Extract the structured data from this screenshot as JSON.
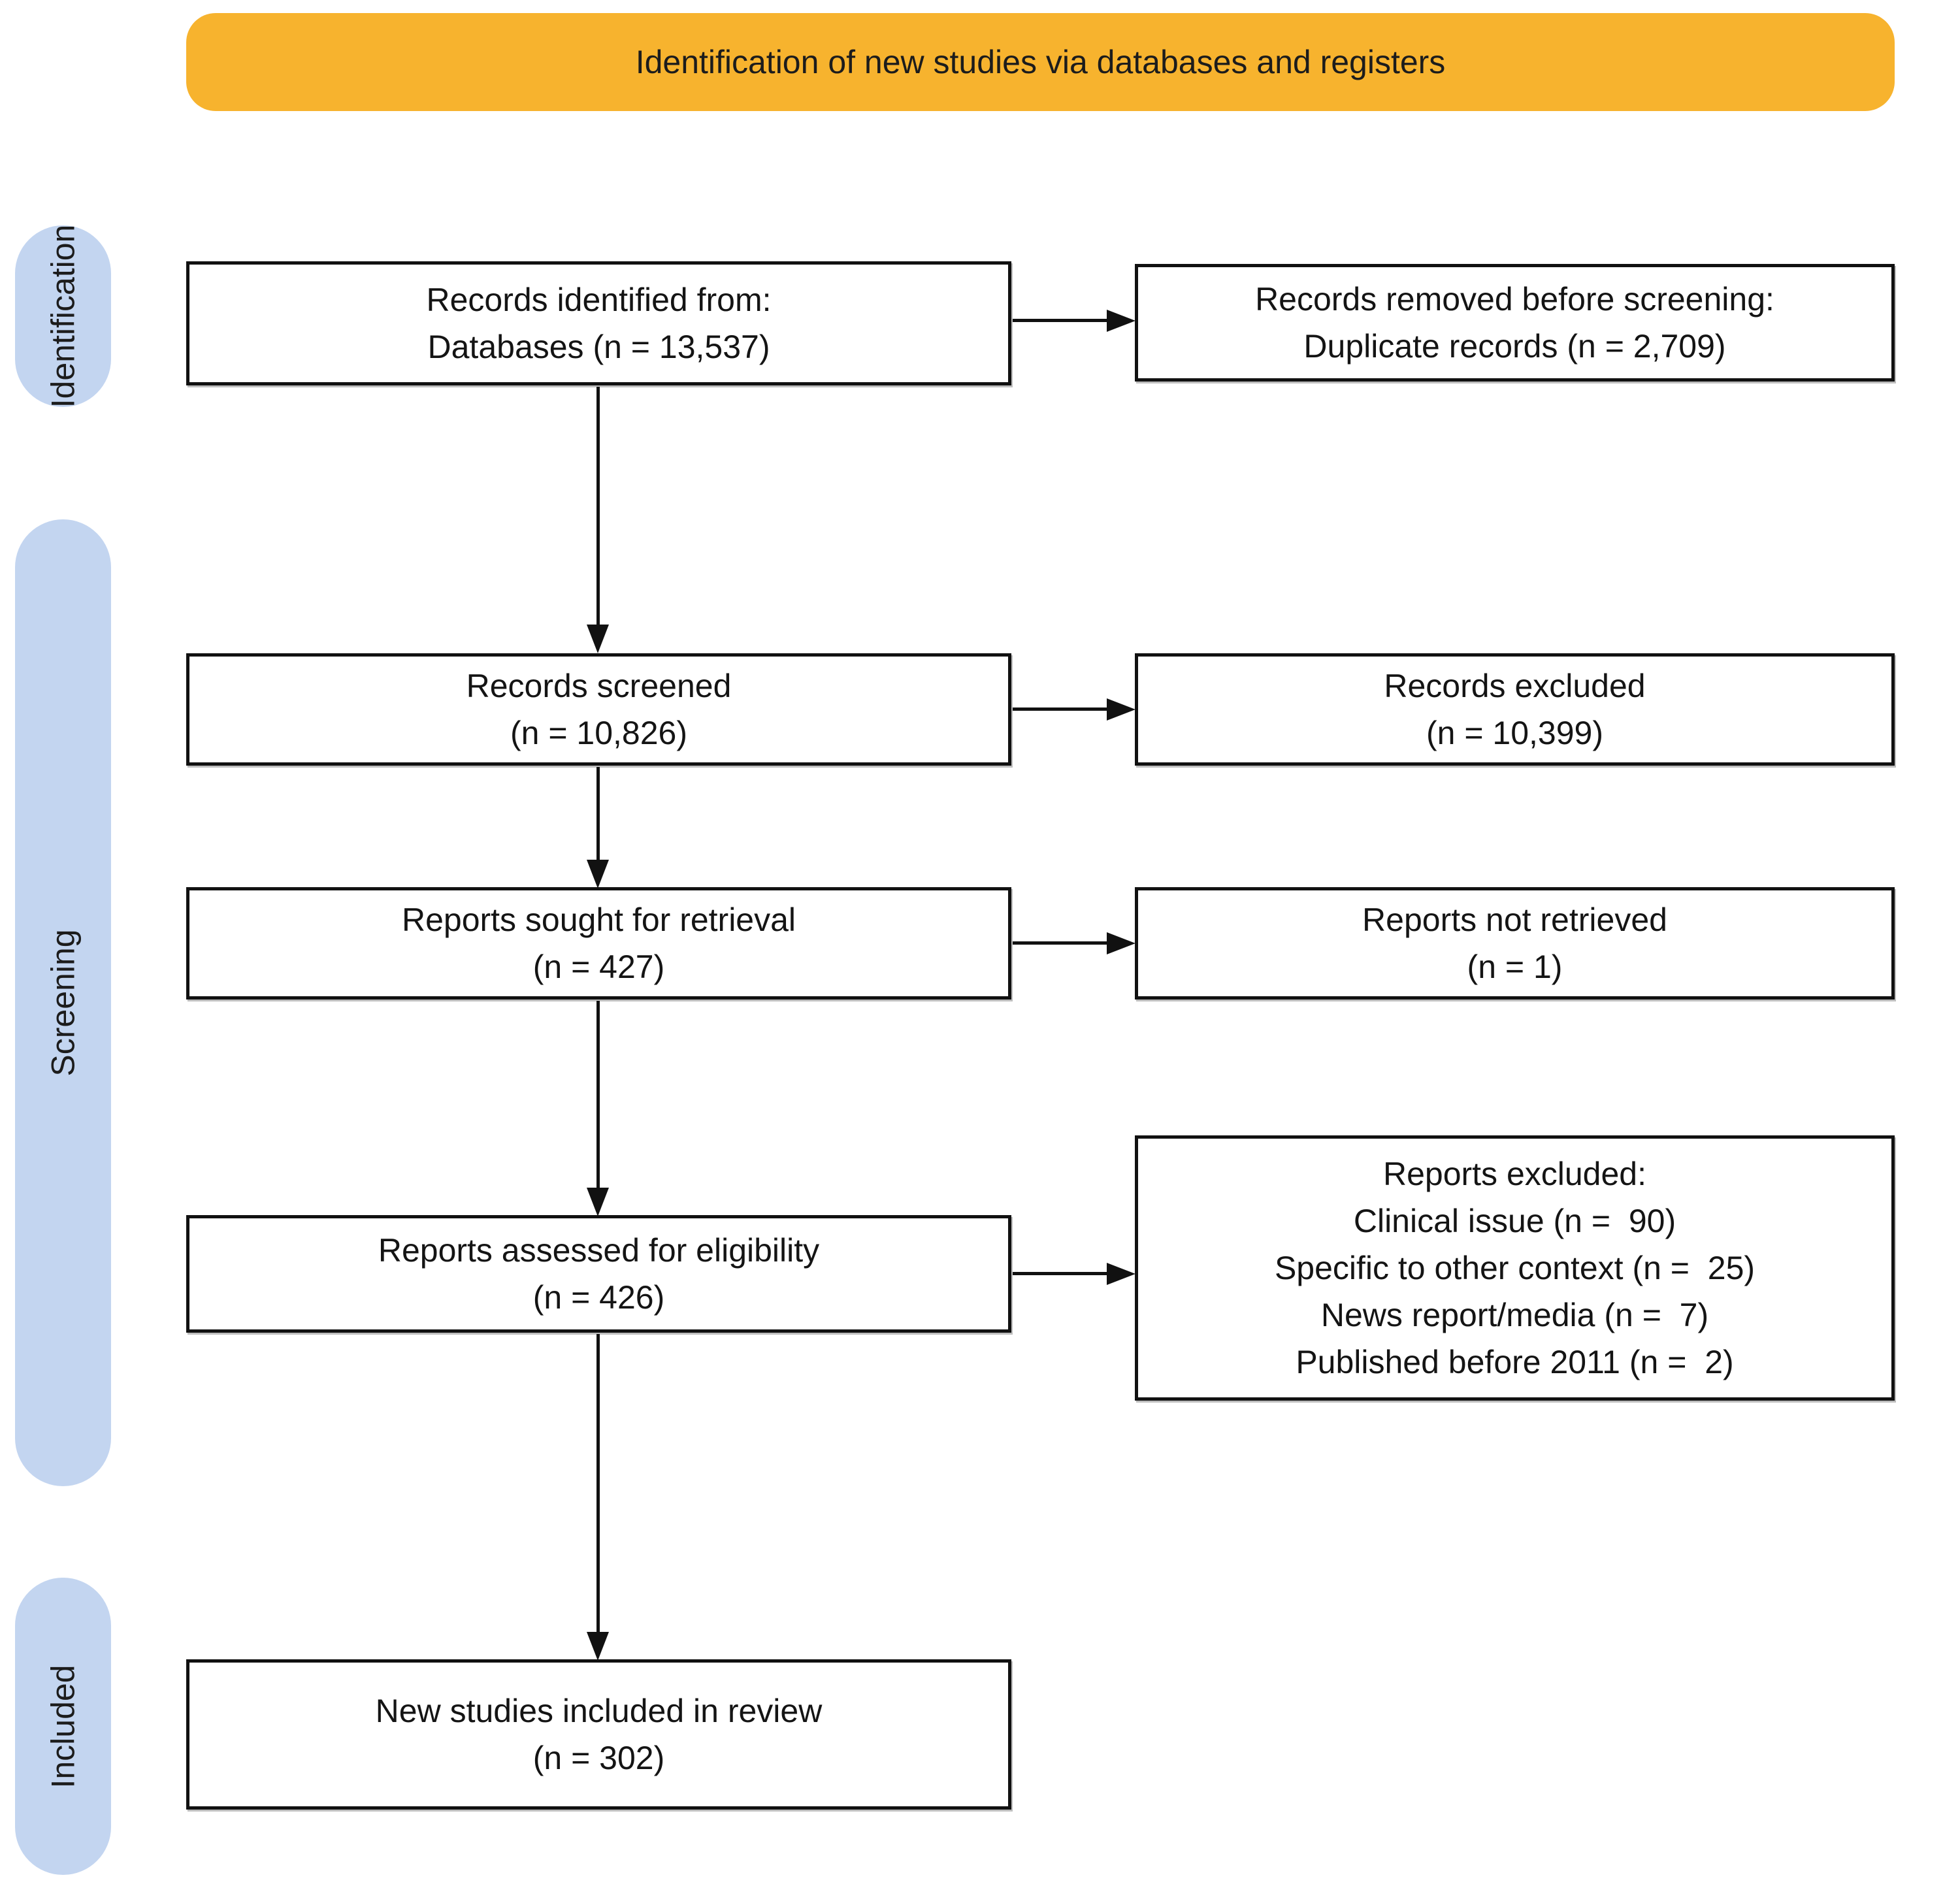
{
  "banner": {
    "title": "Identification of new studies via databases and registers",
    "bg_color": "#F7B32E"
  },
  "stages": [
    {
      "label": "Identification"
    },
    {
      "label": "Screening"
    },
    {
      "label": "Included"
    }
  ],
  "colors": {
    "banner_bg": "#F7B32E",
    "stage_pill_bg": "#C3D5F0",
    "box_border": "#111111",
    "text": "#141414",
    "background": "#FFFFFF"
  },
  "boxes": {
    "records_identified": {
      "lines": [
        "Records identified from:",
        "Databases (n = 13,537)"
      ]
    },
    "records_removed": {
      "lines": [
        "Records removed before screening:",
        "Duplicate records (n = 2,709)"
      ]
    },
    "records_screened": {
      "lines": [
        "Records screened",
        "(n = 10,826)"
      ]
    },
    "records_excluded": {
      "lines": [
        "Records excluded",
        "(n = 10,399)"
      ]
    },
    "reports_sought": {
      "lines": [
        "Reports sought for retrieval",
        "(n = 427)"
      ]
    },
    "reports_not_retrieved": {
      "lines": [
        "Reports not retrieved",
        "(n = 1)"
      ]
    },
    "reports_assessed": {
      "lines": [
        "Reports assessed for eligibility",
        "(n = 426)"
      ]
    },
    "reports_excluded": {
      "lines": [
        "Reports excluded:",
        "Clinical issue (n =  90)",
        "Specific to other context (n =  25)",
        "News report/media (n =  7)",
        "Published before 2011 (n =  2)"
      ]
    },
    "new_studies": {
      "lines": [
        "New studies included in review",
        "(n = 302)"
      ]
    }
  }
}
